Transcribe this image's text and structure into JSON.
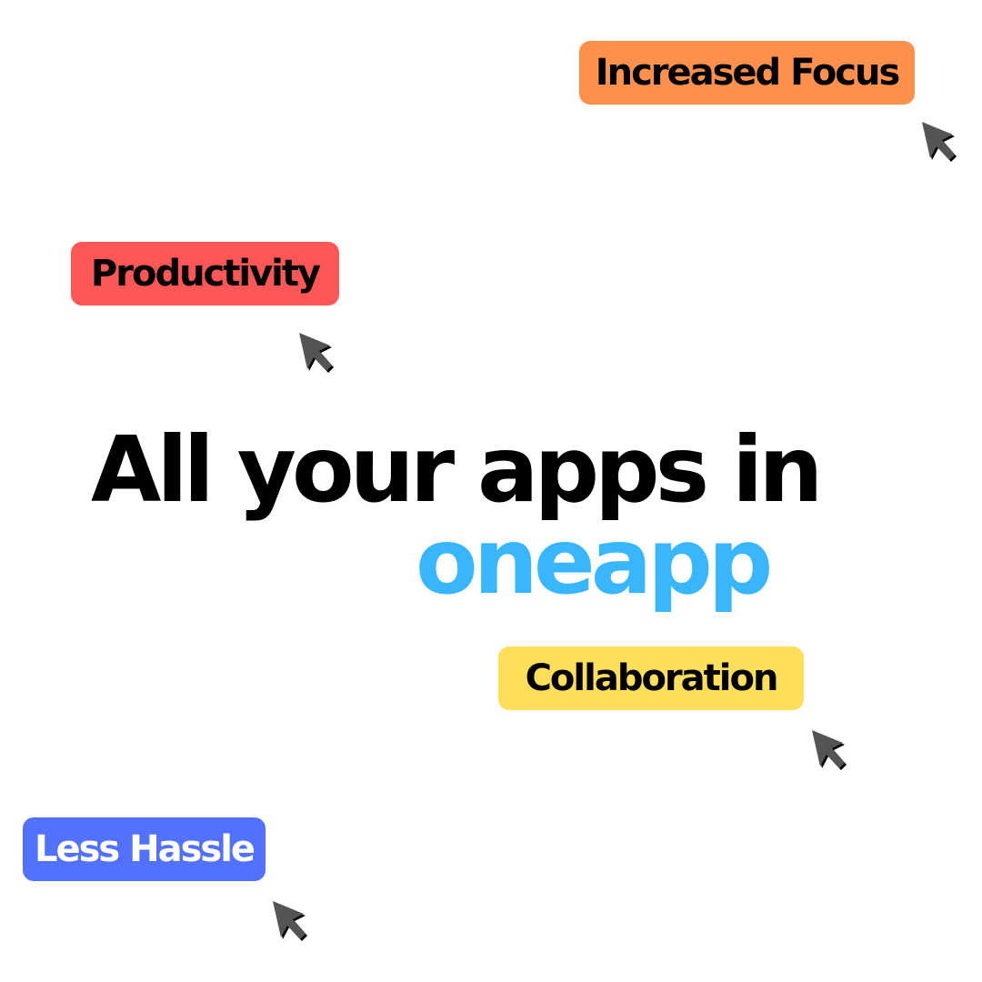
{
  "headline": {
    "line1": "All your apps in",
    "brand": "oneapp",
    "brand_color": "#38b6ff"
  },
  "tags": [
    {
      "label": "Increased Focus",
      "bg_color": "#ff914d",
      "text_color": "#000000"
    },
    {
      "label": "Productivity",
      "bg_color": "#ff5757",
      "text_color": "#000000"
    },
    {
      "label": "Collaboration",
      "bg_color": "#ffde59",
      "text_color": "#000000"
    },
    {
      "label": "Less Hassle",
      "bg_color": "#5271ff",
      "text_color": "#ffffff"
    }
  ],
  "cursor": {
    "icon": "mouse-pointer-icon",
    "color": "#545454"
  }
}
